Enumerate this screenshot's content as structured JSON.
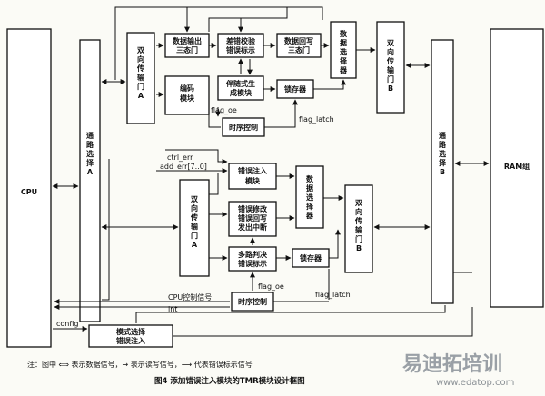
{
  "blocks": {
    "cpu": "CPU",
    "ram": "RAM组",
    "route_a": "通路选择A",
    "route_b": "通路选择B",
    "bidir_a_top": "双向传输门A",
    "bidir_b_top": "双向传输门B",
    "bidir_a_bot": "双向传输门A",
    "bidir_b_bot": "双向传输门B",
    "data_out_line1": "数据输出",
    "data_out_line2": "三态门",
    "ecc_mark_line1": "差错校验",
    "ecc_mark_line2": "错误标示",
    "data_wb_line1": "数据回写",
    "data_wb_line2": "三态门",
    "encoder_line1": "编码",
    "encoder_line2": "模块",
    "companion_line1": "伴随式生",
    "companion_line2": "成模块",
    "latch_top": "锁存器",
    "mux_top": "数据选择器",
    "timing_top": "时序控制",
    "err_inject_line1": "错误注入",
    "err_inject_line2": "模块",
    "mux_bot": "数据选择器",
    "err_fix_line1": "错误修改",
    "err_fix_line2": "错误回写",
    "err_fix_line3": "发出中断",
    "vote_line1": "多路判决",
    "vote_line2": "错误标示",
    "latch_bot": "锁存器",
    "timing_bot": "时序控制",
    "mode_line1": "模式选择",
    "mode_line2": "错误注入"
  },
  "signals": {
    "flag_oe_top": "flag_oe",
    "flag_latch_top": "flag_latch",
    "ctrl_err": "ctrl_err",
    "add_err": "add_err[7..0]",
    "cpu_ctrl": "CPU控制信号",
    "int": "int",
    "flag_oe_bot": "flag_oe",
    "flag_latch_bot": "flag_latch",
    "config": "config"
  },
  "legend": "注：图中 ⟺ 表示数据信号，→ 表示读写信号，⟶ 代表错误标示信号",
  "caption": "图4  添加错误注入模块的TMR模块设计框图",
  "watermark": {
    "brand": "易迪拓培训",
    "url": "www.edatop.com"
  }
}
